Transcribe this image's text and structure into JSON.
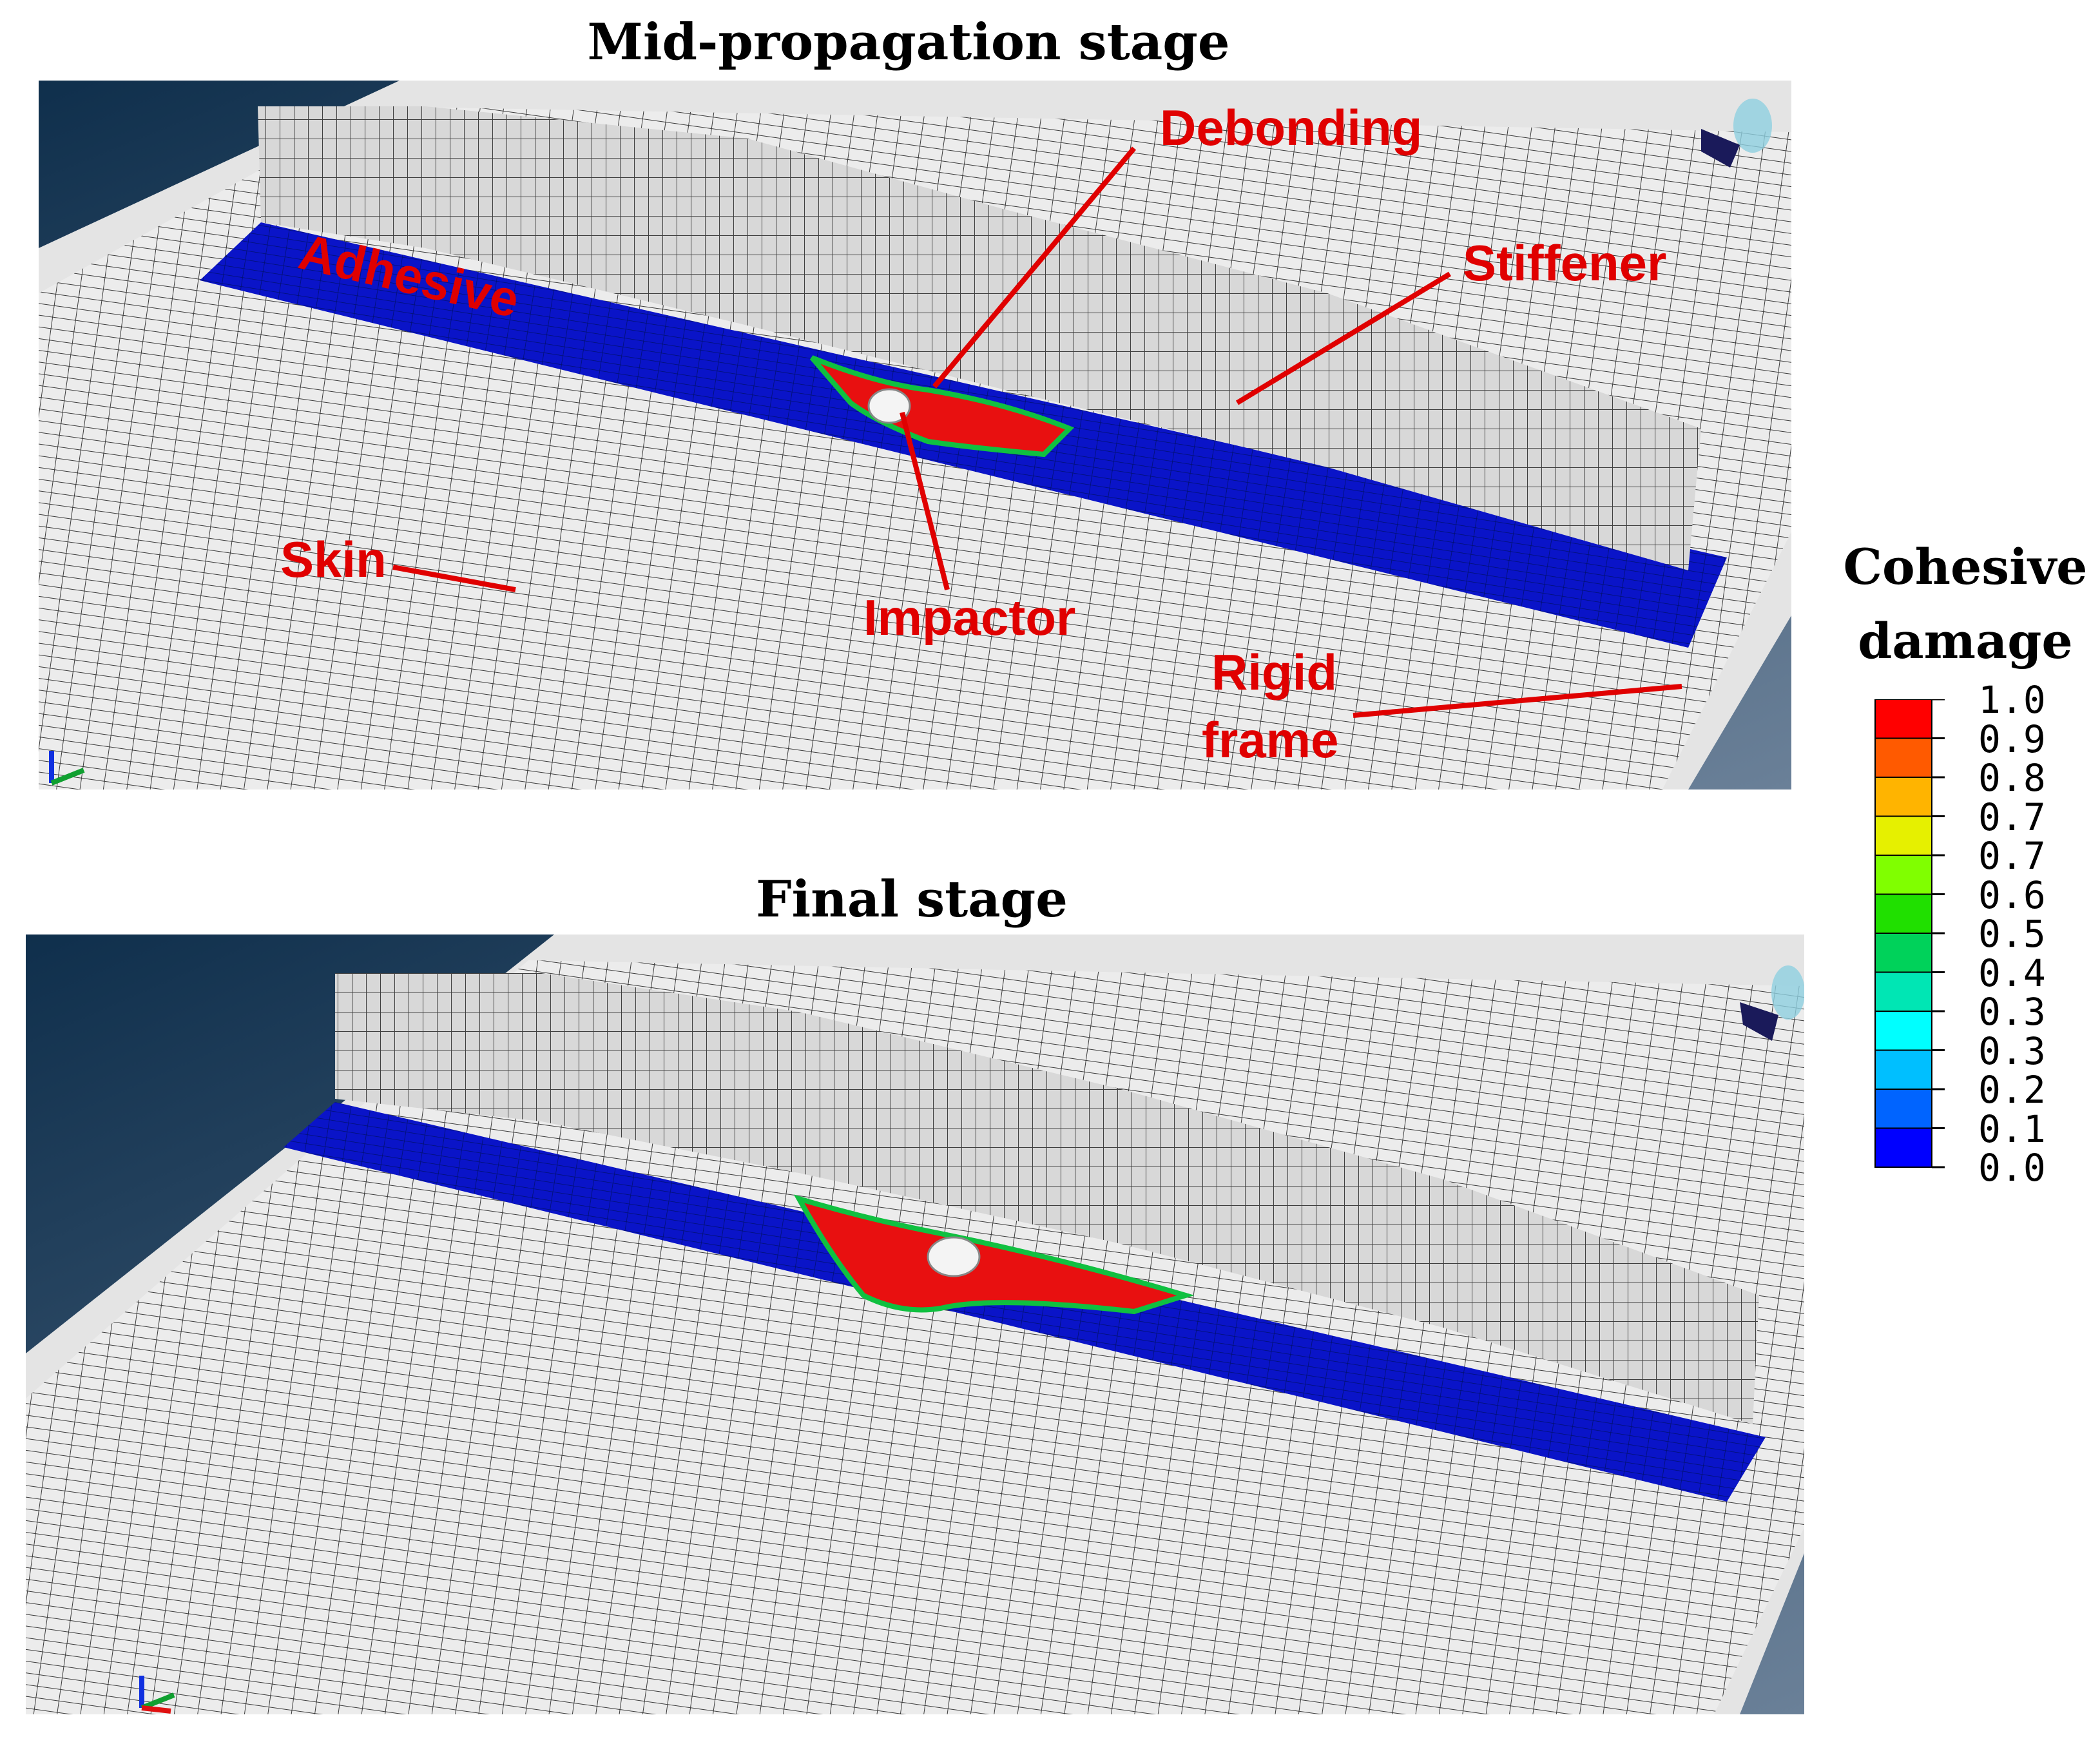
{
  "panels": {
    "top": {
      "title": "Mid-propagation stage"
    },
    "bottom": {
      "title": "Final stage"
    }
  },
  "annotations": {
    "debonding": "Debonding",
    "stiffener": "Stiffener",
    "adhesive": "Adhesive",
    "skin": "Skin",
    "impactor": "Impactor",
    "rigid_line1": "Rigid",
    "rigid_line2": "frame"
  },
  "legend": {
    "title_line1": "Cohesive",
    "title_line2": "damage",
    "ticks": [
      "1.0",
      "0.9",
      "0.8",
      "0.7",
      "0.7",
      "0.6",
      "0.5",
      "0.4",
      "0.3",
      "0.3",
      "0.2",
      "0.1",
      "0.0"
    ],
    "colors": [
      "#ff0000",
      "#ff5a00",
      "#ffb400",
      "#e6f000",
      "#80ff00",
      "#20e000",
      "#00d25a",
      "#00e6b4",
      "#00ffff",
      "#00bfff",
      "#0064ff",
      "#0000ff"
    ]
  },
  "colors": {
    "adhesive": "#0a14c8",
    "damage": "#e81010",
    "annotation": "#e00000",
    "background_dark": "#163a5a",
    "mesh": "#ebebeb"
  }
}
